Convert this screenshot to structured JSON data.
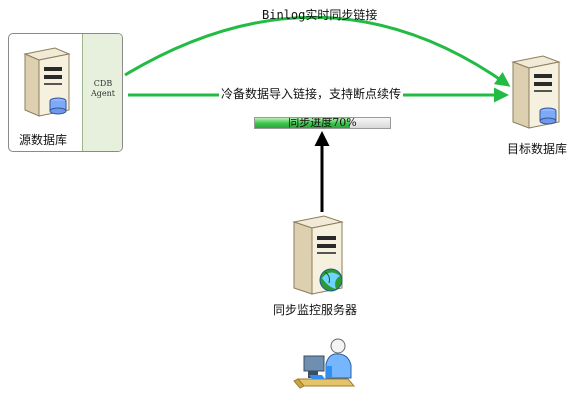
{
  "nodes": {
    "source": {
      "label": "源数据库",
      "agent_label_line1": "CDB",
      "agent_label_line2": "Agent"
    },
    "target": {
      "label": "目标数据库"
    },
    "monitor": {
      "label": "同步监控服务器"
    }
  },
  "links": {
    "binlog": "Binlog实时同步链接",
    "cold_import": "冷备数据导入链接，支持断点续传"
  },
  "progress": {
    "label": "同步进度70%",
    "value": 0.7
  },
  "colors": {
    "link_green": "#22bb44",
    "arrow_black": "#000000"
  }
}
